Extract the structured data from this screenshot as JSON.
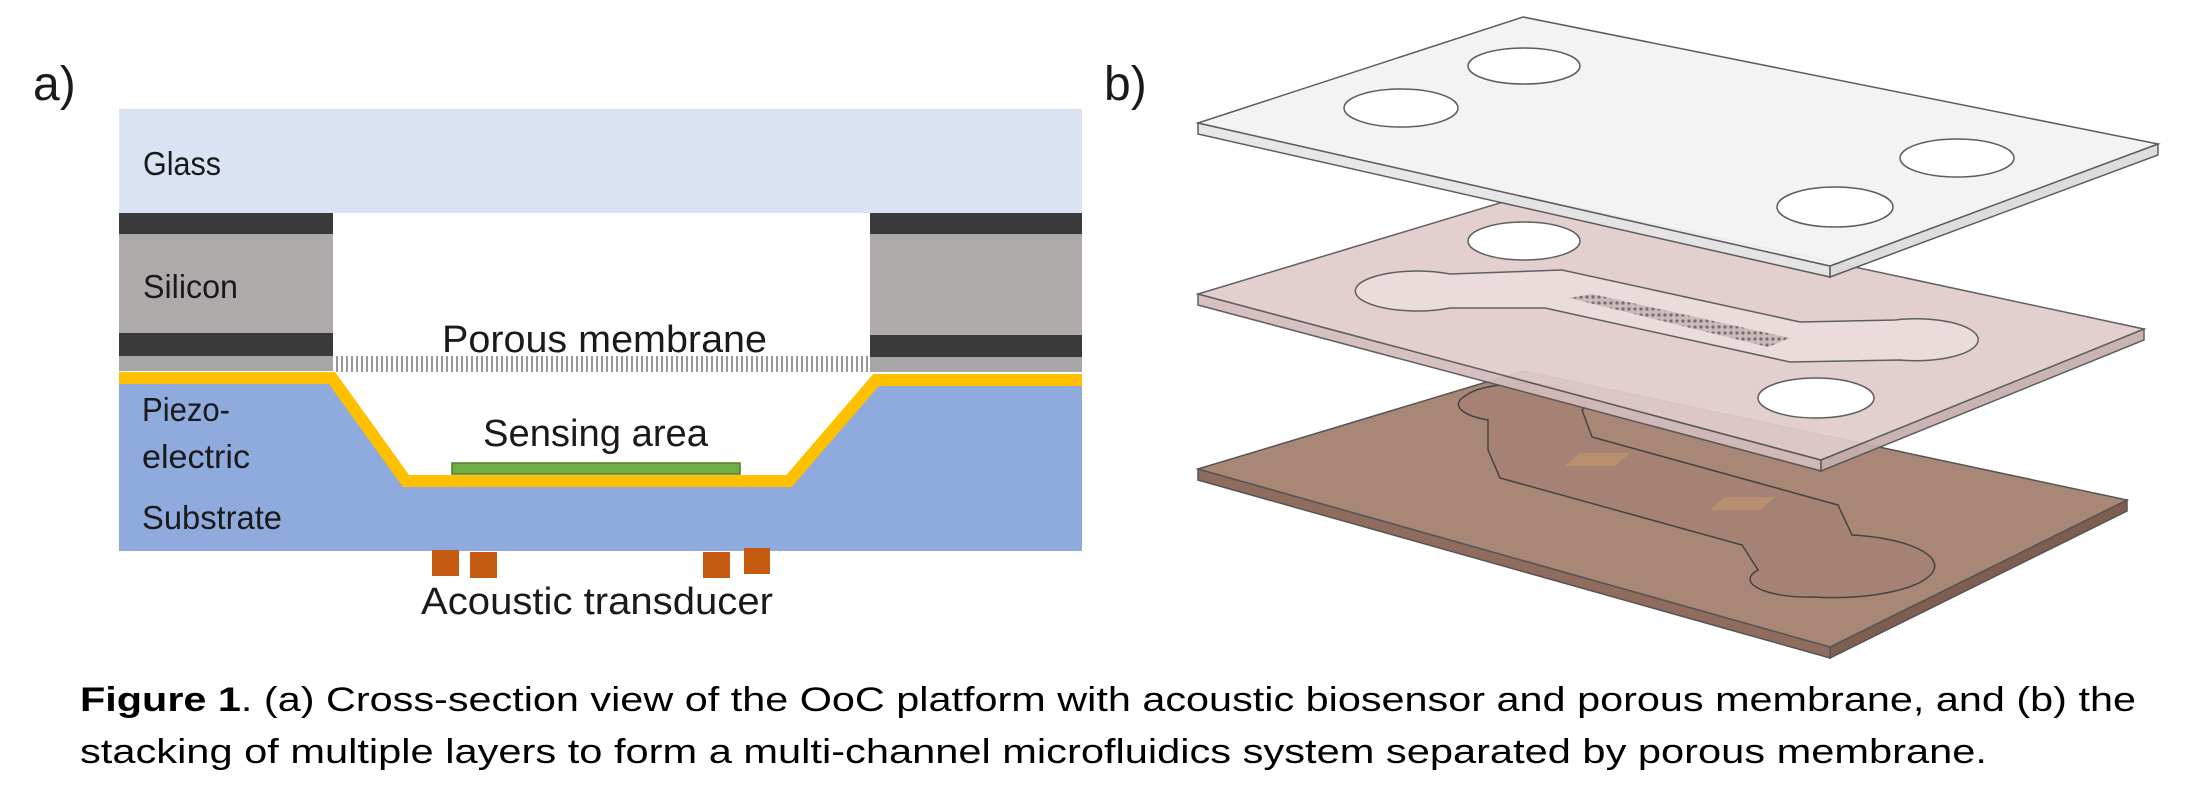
{
  "panel_a": {
    "label": "a)",
    "layers": {
      "glass": "Glass",
      "silicon": "Silicon",
      "porous_membrane": "Porous membrane",
      "piezo_1": "Piezo-",
      "piezo_2": "electric",
      "substrate": "Substrate",
      "sensing_area": "Sensing area",
      "transducer": "Acoustic transducer"
    },
    "colors": {
      "glass": "#dae3f3",
      "silicon": "#aeaaaa",
      "bond": "#3a3a3a",
      "electrode": "#ffc000",
      "substrate": "#8faadc",
      "sensing": "#70ad47",
      "transducer": "#c55a11"
    }
  },
  "panel_b": {
    "label": "b)",
    "colors": {
      "top": "#f3f3f3",
      "middle": "#e2cccc",
      "bottom": "#a88777"
    }
  },
  "caption": {
    "bold": "Figure 1",
    "line1": ". (a) Cross-section view of the OoC platform with acoustic biosensor and porous membrane, and (b) the",
    "line2": "stacking of multiple layers to form a multi-channel microfluidics system separated by porous membrane."
  }
}
